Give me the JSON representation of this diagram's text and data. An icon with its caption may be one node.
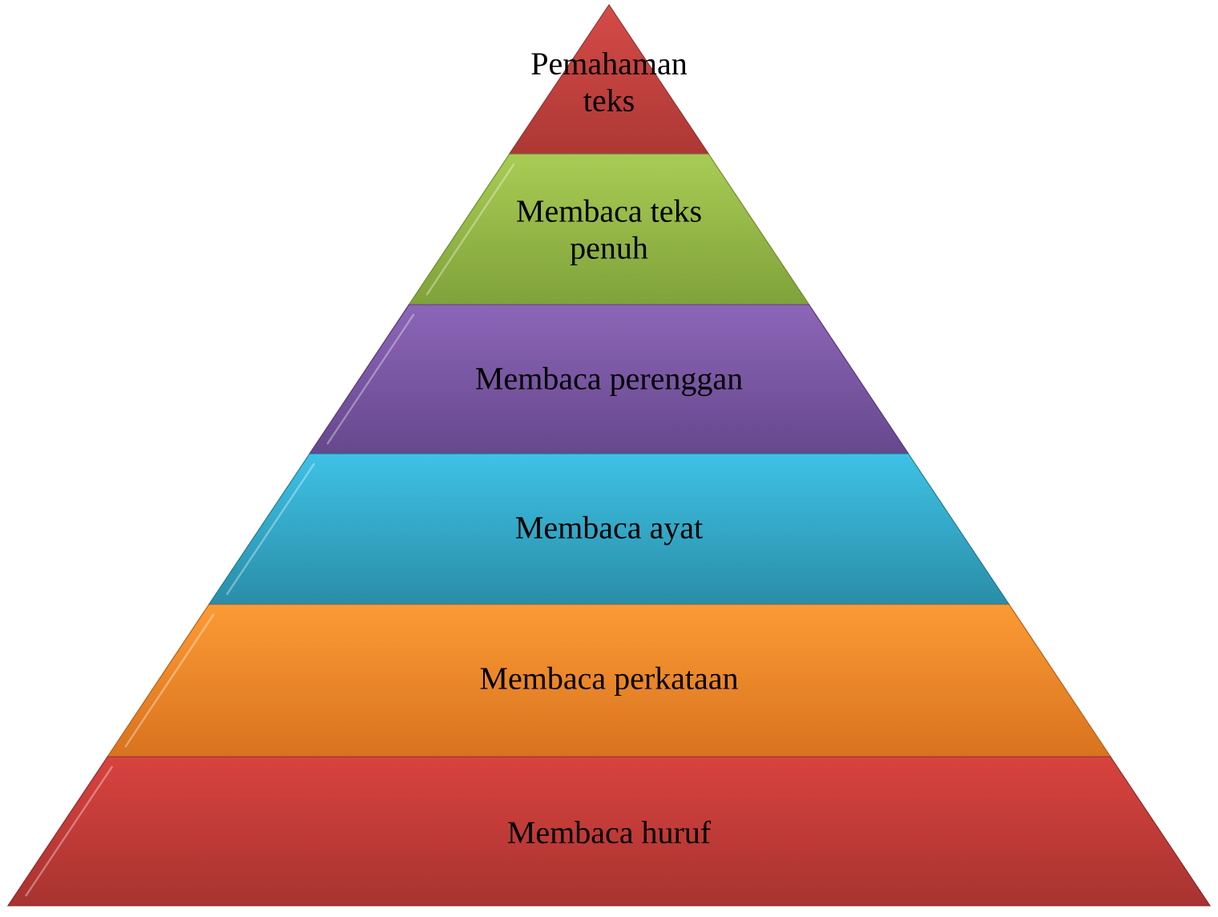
{
  "diagram": {
    "nodes": [
      {
        "text": [
          "Pemahaman teks"
        ]
      },
      {
        "text": [
          "Membaca teks penuh"
        ]
      },
      {
        "text": [
          "Membaca perenggan"
        ]
      },
      {
        "text": [
          "Membaca ayat"
        ]
      },
      {
        "text": [
          "Membaca perkataan"
        ]
      },
      {
        "text": [
          "Membaca huruf"
        ]
      }
    ]
  }
}
